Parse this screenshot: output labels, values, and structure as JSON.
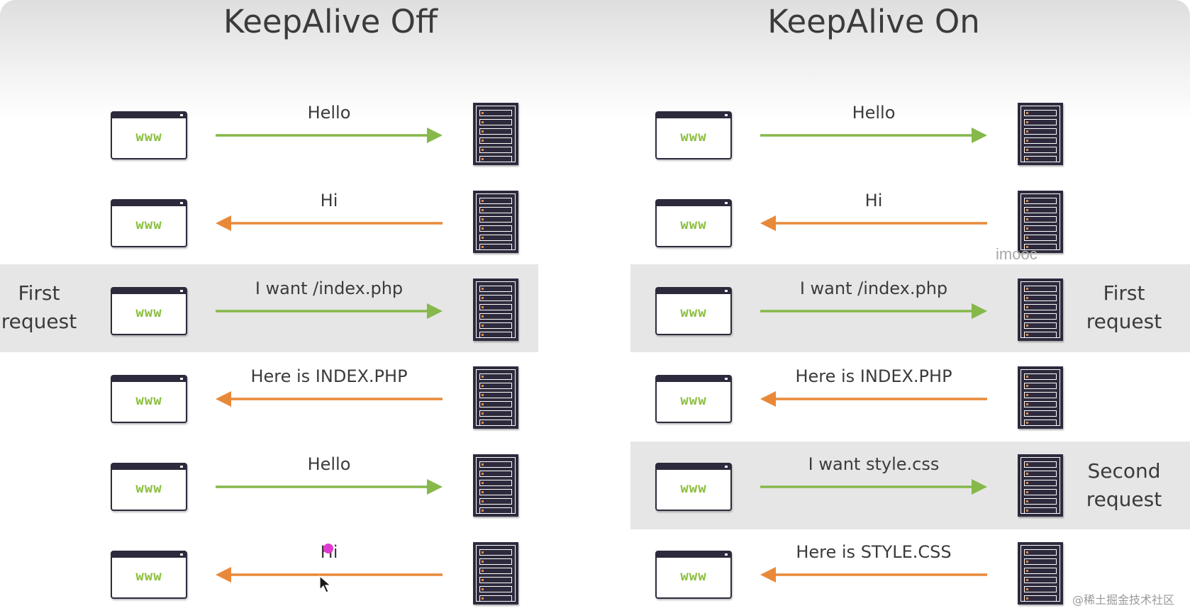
{
  "colors": {
    "request_arrow": "#86b84a",
    "response_arrow": "#e8893a",
    "browser_text": "#8cbf3f",
    "device_dark": "#2e2a3d",
    "band": "#e6e6e6",
    "pointer_dot": "#e03ad0"
  },
  "icons": {
    "client": "browser-window-icon",
    "server": "server-rack-icon",
    "pointer": "mouse-cursor-icon"
  },
  "browser_label": "www",
  "left_panel": {
    "title": "KeepAlive Off",
    "band_label": {
      "line1": "First",
      "line2": "request"
    },
    "rows": [
      {
        "text": "Hello",
        "direction": "request"
      },
      {
        "text": "Hi",
        "direction": "response"
      },
      {
        "text": "I want /index.php",
        "direction": "request"
      },
      {
        "text": "Here is INDEX.PHP",
        "direction": "response"
      },
      {
        "text": "Hello",
        "direction": "request"
      },
      {
        "text": "Hi",
        "direction": "response"
      }
    ]
  },
  "right_panel": {
    "title": "KeepAlive On",
    "band_labels": [
      {
        "line1": "First",
        "line2": "request"
      },
      {
        "line1": "Second",
        "line2": "request"
      }
    ],
    "rows": [
      {
        "text": "Hello",
        "direction": "request"
      },
      {
        "text": "Hi",
        "direction": "response"
      },
      {
        "text": "I want /index.php",
        "direction": "request"
      },
      {
        "text": "Here is INDEX.PHP",
        "direction": "response"
      },
      {
        "text": "I want style.css",
        "direction": "request"
      },
      {
        "text": "Here is STYLE.CSS",
        "direction": "response"
      }
    ]
  },
  "watermarks": {
    "imooc": "imooc",
    "juejin": "@稀土掘金技术社区"
  }
}
